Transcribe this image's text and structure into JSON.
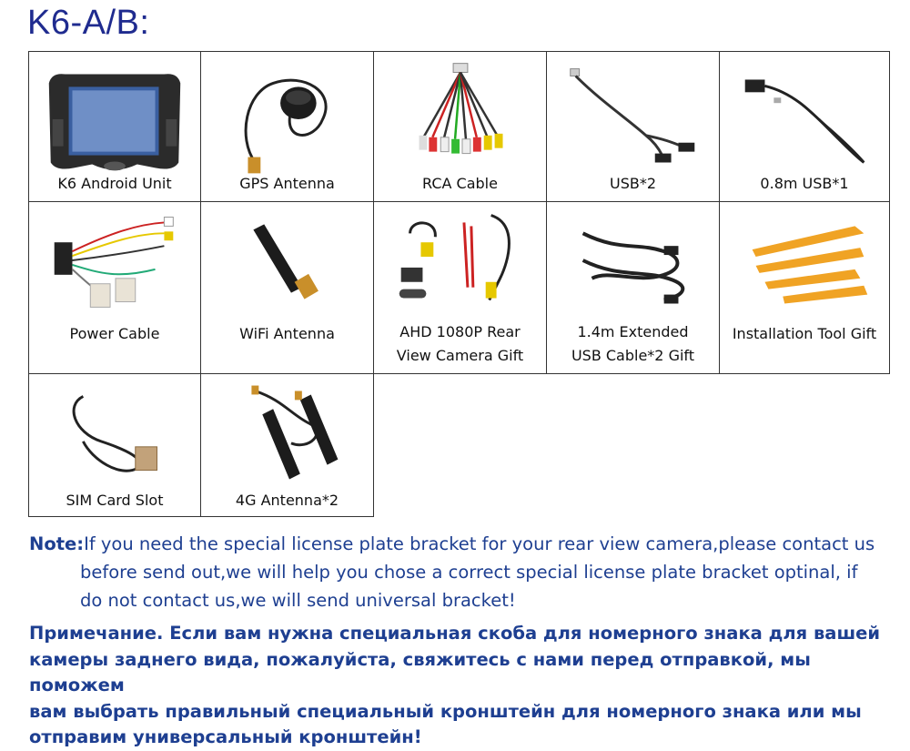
{
  "title": "K6-A/B:",
  "items": [
    {
      "label": "K6 Android Unit",
      "icon": "head-unit-icon"
    },
    {
      "label": "GPS Antenna",
      "icon": "gps-antenna-icon"
    },
    {
      "label": "RCA Cable",
      "icon": "rca-cable-icon"
    },
    {
      "label": "USB*2",
      "icon": "usb-cable-icon"
    },
    {
      "label": "0.8m USB*1",
      "icon": "usb-cable-short-icon"
    },
    {
      "label": "Power Cable",
      "icon": "power-harness-icon"
    },
    {
      "label": "WiFi Antenna",
      "icon": "wifi-antenna-icon"
    },
    {
      "label_line1": "AHD 1080P Rear",
      "label_line2": "View Camera Gift",
      "icon": "rear-camera-icon"
    },
    {
      "label_line1": "1.4m Extended",
      "label_line2": "USB Cable*2 Gift",
      "icon": "usb-extension-icon"
    },
    {
      "label": "Installation Tool Gift",
      "icon": "pry-tool-icon"
    },
    {
      "label": "SIM Card Slot",
      "icon": "sim-slot-cable-icon"
    },
    {
      "label": "4G Antenna*2",
      "icon": "4g-antenna-icon"
    }
  ],
  "note": {
    "key": "Note:",
    "line1": "If you need the special license plate bracket for your rear view camera,please contact us",
    "line2": "before send out,we will help you chose a correct special license plate bracket optinal, if",
    "line3": "do not contact us,we will send universal bracket!"
  },
  "russian_note": {
    "line1": "Примечание. Если вам нужна специальная скоба для номерного знака для вашей",
    "line2": "камеры заднего вида, пожалуйста, свяжитесь с нами перед отправкой, мы поможем",
    "line3": "вам выбрать правильный специальный кронштейн для номерного знака или мы",
    "line4": "отправим универсальный кронштейн!"
  },
  "colors": {
    "title": "#1f2b8f",
    "note": "#1e3f91",
    "border": "#333333"
  }
}
